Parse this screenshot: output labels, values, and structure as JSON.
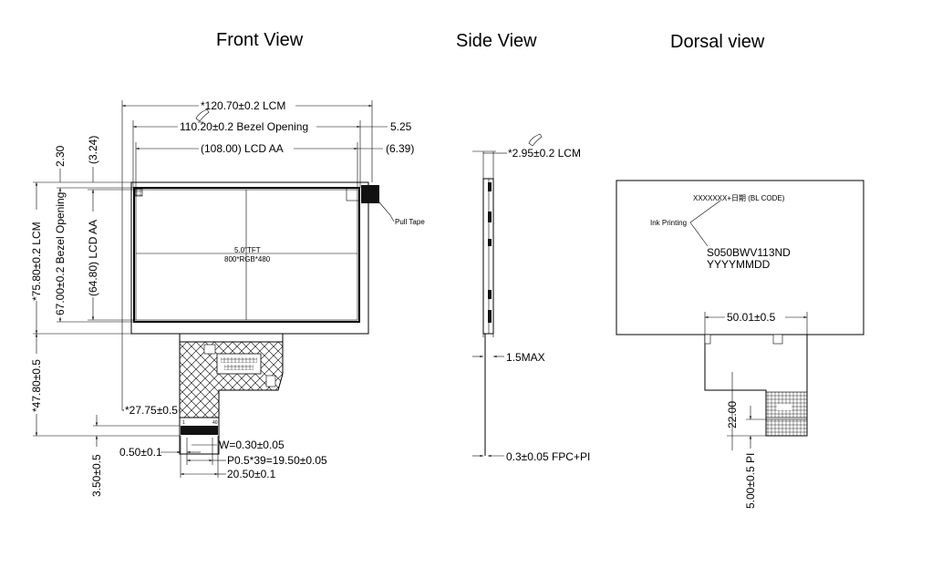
{
  "titles": {
    "front": "Front View",
    "side": "Side View",
    "dorsal": "Dorsal view"
  },
  "front": {
    "lcm_width": "*120.70±0.2 LCM",
    "bezel_width": "110.20±0.2 Bezel Opening",
    "aa_width": "(108.00) LCD AA",
    "right_5_25": "5.25",
    "right_6_39": "(6.39)",
    "top_2_30": "2.30",
    "top_3_24": "(3.24)",
    "lcm_height": "*75.80±0.2 LCM",
    "bezel_height": "67.00±0.2 Bezel Opening",
    "aa_height": "(64.80) LCD AA",
    "fpc_height": "*47.80±0.5",
    "fpc_offset": "*27.75±0.5",
    "center_line1": "5.0\"TFT",
    "center_line2": "800*RGB*480",
    "pull_tape": "Pull Tape",
    "pin_1": "1",
    "pin_40": "40",
    "w_pitch": "W=0.30±0.05",
    "pin_pitch": "P0.5*39=19.50±0.05",
    "pin_offset": "0.50±0.1",
    "finger_width": "20.50±0.1",
    "finger_height": "3.50±0.5"
  },
  "side": {
    "thickness": "*2.95±0.2 LCM",
    "max": "1.5MAX",
    "fpc": "0.3±0.05 FPC+PI"
  },
  "dorsal": {
    "code_line": "XXXXXXX+日期 (BL CODE)",
    "ink_printing": "Ink Printing",
    "model": "S050BWV113ND",
    "date": "YYYYMMDD",
    "fpc_width": "50.01±0.5",
    "fpc_length": "22.00",
    "stiffener": "5.00±0.5 PI"
  }
}
